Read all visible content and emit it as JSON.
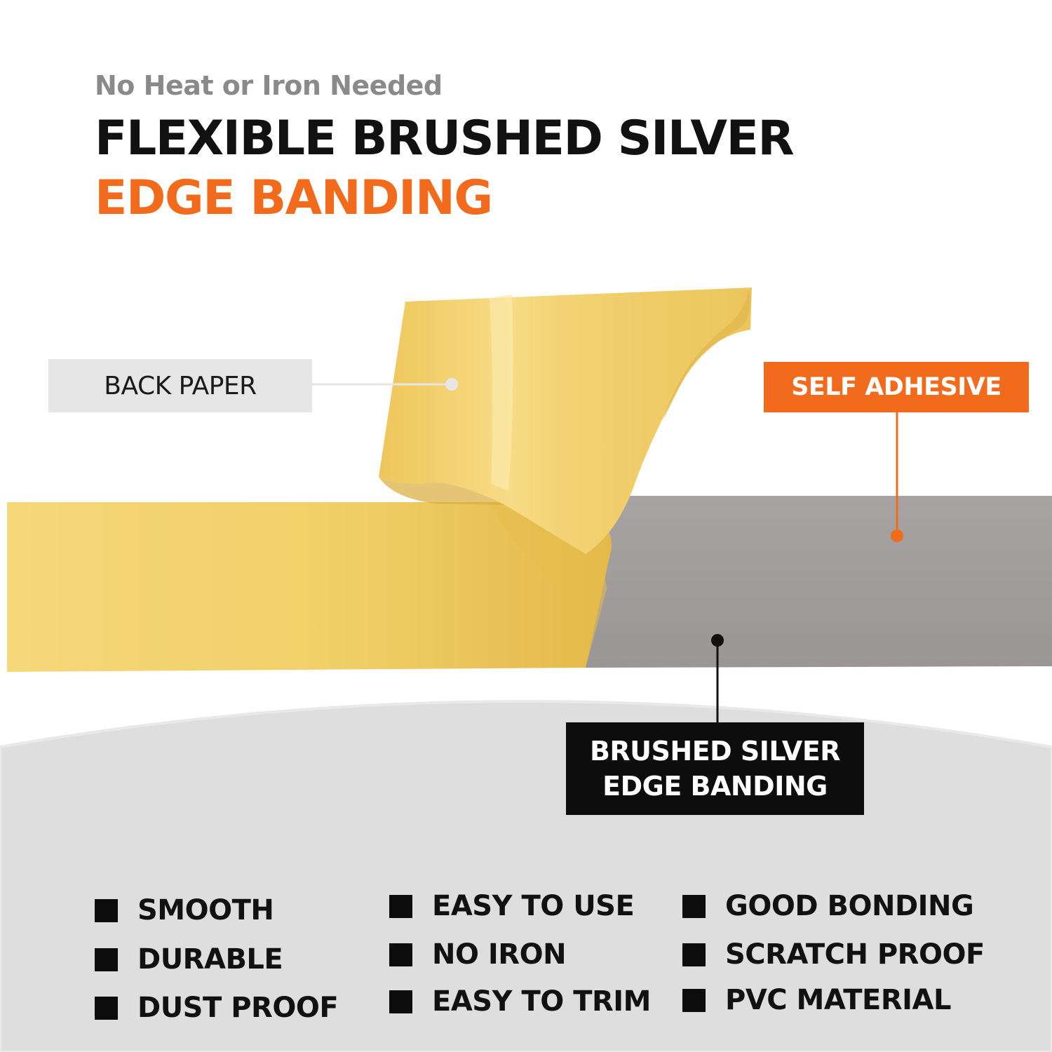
{
  "header": {
    "subtitle": "No Heat or Iron Needed",
    "title_line1": "FLEXIBLE BRUSHED SILVER",
    "title_line2": "EDGE BANDING"
  },
  "callouts": {
    "back_paper": "BACK PAPER",
    "self_adhesive": "SELF ADHESIVE",
    "brushed_line1": "BRUSHED SILVER",
    "brushed_line2": "EDGE BANDING"
  },
  "features": {
    "col1": [
      "SMOOTH",
      "DURABLE",
      "DUST PROOF"
    ],
    "col2": [
      "EASY TO USE",
      "NO IRON",
      "EASY TO TRIM"
    ],
    "col3": [
      "GOOD BONDING",
      "SCRATCH PROOF",
      "PVC MATERIAL"
    ]
  },
  "colors": {
    "accent": "#f26a1b",
    "dark": "#111111",
    "tape_yellow": "#f0cf6c",
    "silver_strip": "#a19d9c",
    "panel_grey": "#dcdcdc"
  }
}
